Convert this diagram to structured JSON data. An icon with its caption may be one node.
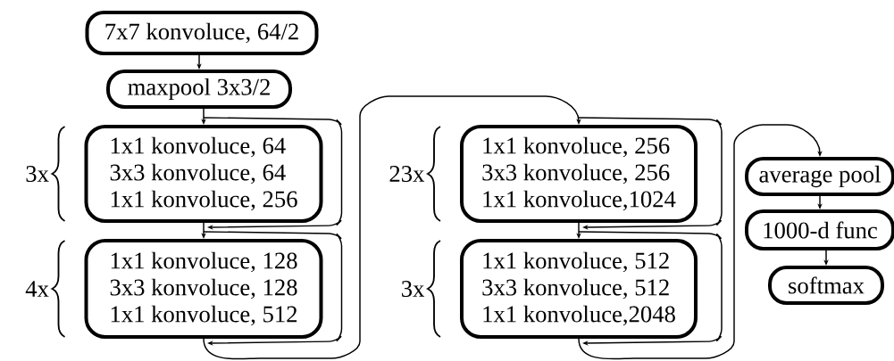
{
  "diagram": {
    "nodes": [
      {
        "text": [
          "7x7 konvoluce, 64/2"
        ]
      },
      {
        "text": [
          "maxpool 3x3/2"
        ]
      },
      {
        "text": [
          "1x1 konvoluce, 64",
          "3x3 konvoluce, 64",
          "1x1 konvoluce, 256"
        ],
        "beside": [
          "3x"
        ]
      },
      {
        "text": [
          "1x1 konvoluce, 128",
          "3x3 konvoluce, 128",
          "1x1 konvoluce, 512"
        ],
        "beside": [
          "4x"
        ]
      },
      {
        "text": [
          "1x1 konvoluce, 256",
          "3x3 konvoluce, 256",
          "1x1 konvoluce,1024"
        ],
        "beside": [
          "23x"
        ]
      },
      {
        "text": [
          "1x1 konvoluce, 512",
          "3x3 konvoluce, 512",
          "1x1 konvoluce,2048"
        ],
        "beside": [
          "3x"
        ]
      },
      {
        "text": [
          "average pool"
        ]
      },
      {
        "text": [
          "1000-d func"
        ]
      },
      {
        "text": [
          "softmax"
        ]
      }
    ],
    "edges": [
      {
        "from": 0,
        "to": 1,
        "arrow": "to"
      },
      {
        "from": 1,
        "to": 2,
        "arrow": "to"
      },
      {
        "from": 2,
        "to": 2,
        "arrow": "to"
      },
      {
        "from": 2,
        "to": 3,
        "arrow": "to"
      },
      {
        "from": 3,
        "to": 3,
        "arrow": "to"
      },
      {
        "from": 3,
        "to": 4,
        "arrow": "to"
      },
      {
        "from": 4,
        "to": 4,
        "arrow": "to"
      },
      {
        "from": 4,
        "to": 5,
        "arrow": "to"
      },
      {
        "from": 5,
        "to": 5,
        "arrow": "to"
      },
      {
        "from": 5,
        "to": 6,
        "arrow": "to"
      },
      {
        "from": 6,
        "to": 7,
        "arrow": "to"
      },
      {
        "from": 7,
        "to": 8,
        "arrow": "to"
      }
    ]
  }
}
